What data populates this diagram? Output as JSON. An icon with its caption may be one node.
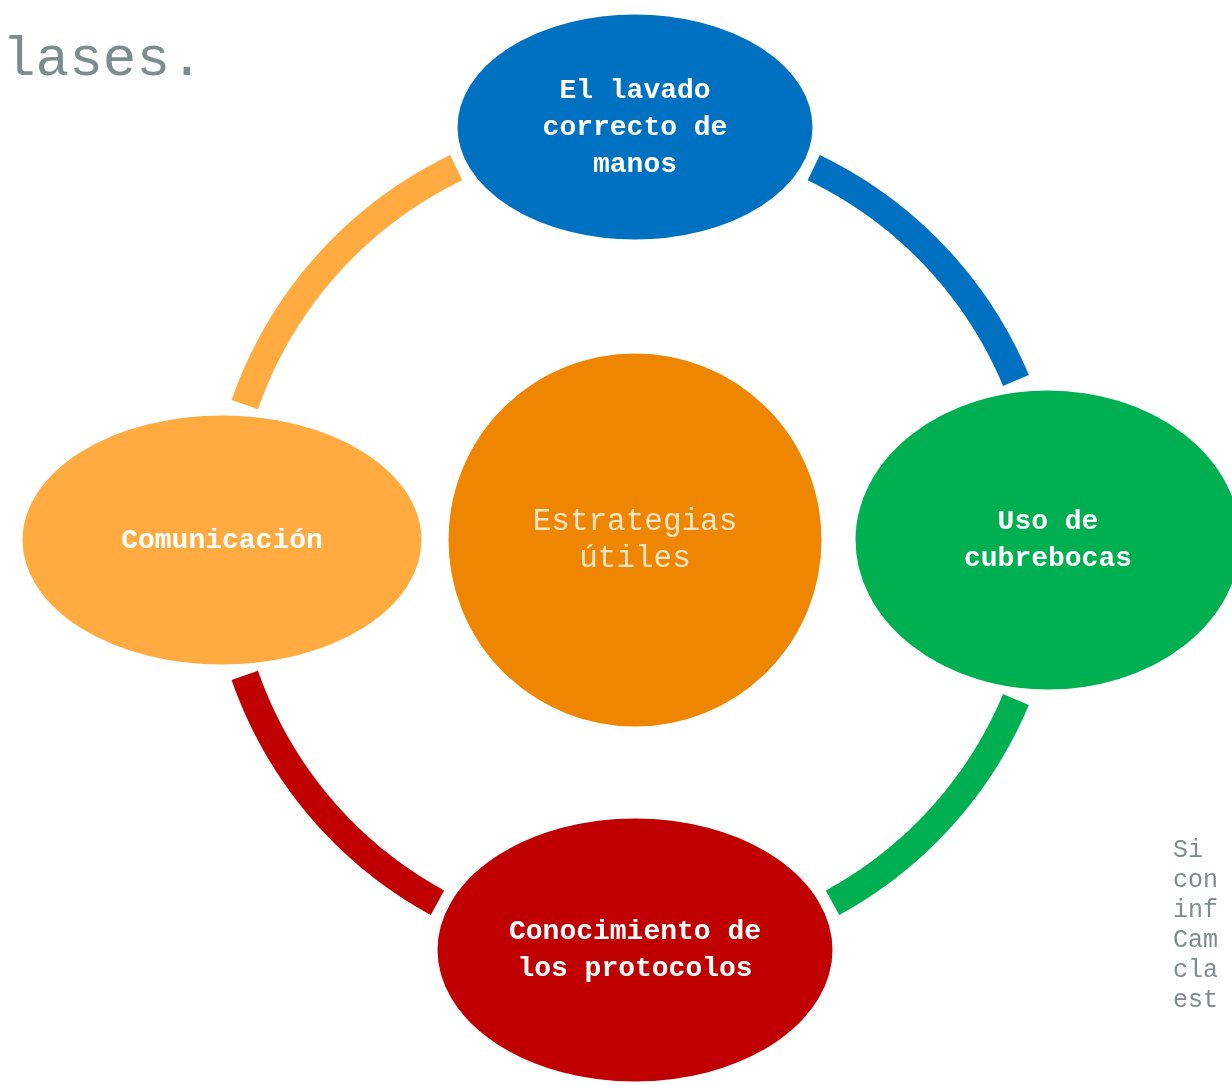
{
  "diagram": {
    "nodes": [
      {
        "text": [
          "Estrategias útiles"
        ]
      },
      {
        "text": [
          "El lavado correcto de manos"
        ]
      },
      {
        "text": [
          "Uso de cubrebocas"
        ]
      },
      {
        "text": [
          "Conocimiento de los protocolos"
        ]
      },
      {
        "text": [
          "Comunicación"
        ]
      }
    ],
    "edges": [
      {
        "from": 1,
        "to": 2,
        "arrow": "none",
        "color": "#0070c0"
      },
      {
        "from": 2,
        "to": 3,
        "arrow": "none",
        "color": "#00b050"
      },
      {
        "from": 3,
        "to": 4,
        "arrow": "none",
        "color": "#c00000"
      },
      {
        "from": 4,
        "to": 1,
        "arrow": "none",
        "color": "#ffab40"
      }
    ],
    "labels": [
      "lases.",
      "Si con inf Cam cla est"
    ]
  }
}
